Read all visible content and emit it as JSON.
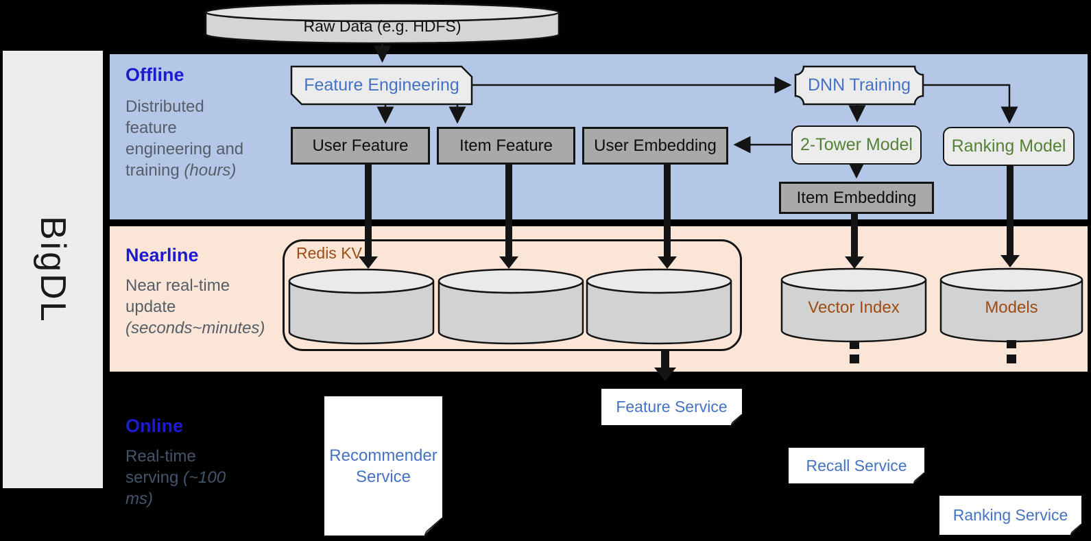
{
  "brand": {
    "name": "BigDL"
  },
  "datasource": {
    "label": "Raw Data (e.g. HDFS)"
  },
  "bands": {
    "offline": {
      "title": "Offline",
      "description": "Distributed feature engineering and training",
      "note": "(hours)"
    },
    "nearline": {
      "title": "Nearline",
      "description": "Near real-time update",
      "note": "(seconds~minutes)"
    },
    "online": {
      "title": "Online",
      "description": "Real-time serving",
      "note": "(~100 ms)"
    }
  },
  "nodes": {
    "feature_engineering": "Feature Engineering",
    "dnn_training": "DNN Training",
    "user_feature": "User Feature",
    "item_feature": "Item Feature",
    "user_embedding": "User Embedding",
    "two_tower_model": "2-Tower Model",
    "ranking_model": "Ranking Model",
    "item_embedding": "Item Embedding",
    "redis_kv": "Redis KV",
    "vector_index": "Vector Index",
    "models": "Models",
    "recommender_service": "Recommender Service",
    "feature_service": "Feature Service",
    "recall_service": "Recall Service",
    "ranking_service": "Ranking Service"
  },
  "colors": {
    "background": "#000000",
    "sidebar_gray": "#ededed",
    "offline_band": "#b4c7e7",
    "nearline_band": "#fbe5d6",
    "section_title_blue": "#1b1bd0",
    "section_desc_gray": "#565d69",
    "node_gray": "#a9a9a9",
    "shape_light_gray": "#ececec",
    "cylinder_gray": "#d2d2d2",
    "service_text_blue": "#4472c4",
    "model_text_green": "#548235",
    "storage_text_brown": "#9c4c14"
  }
}
